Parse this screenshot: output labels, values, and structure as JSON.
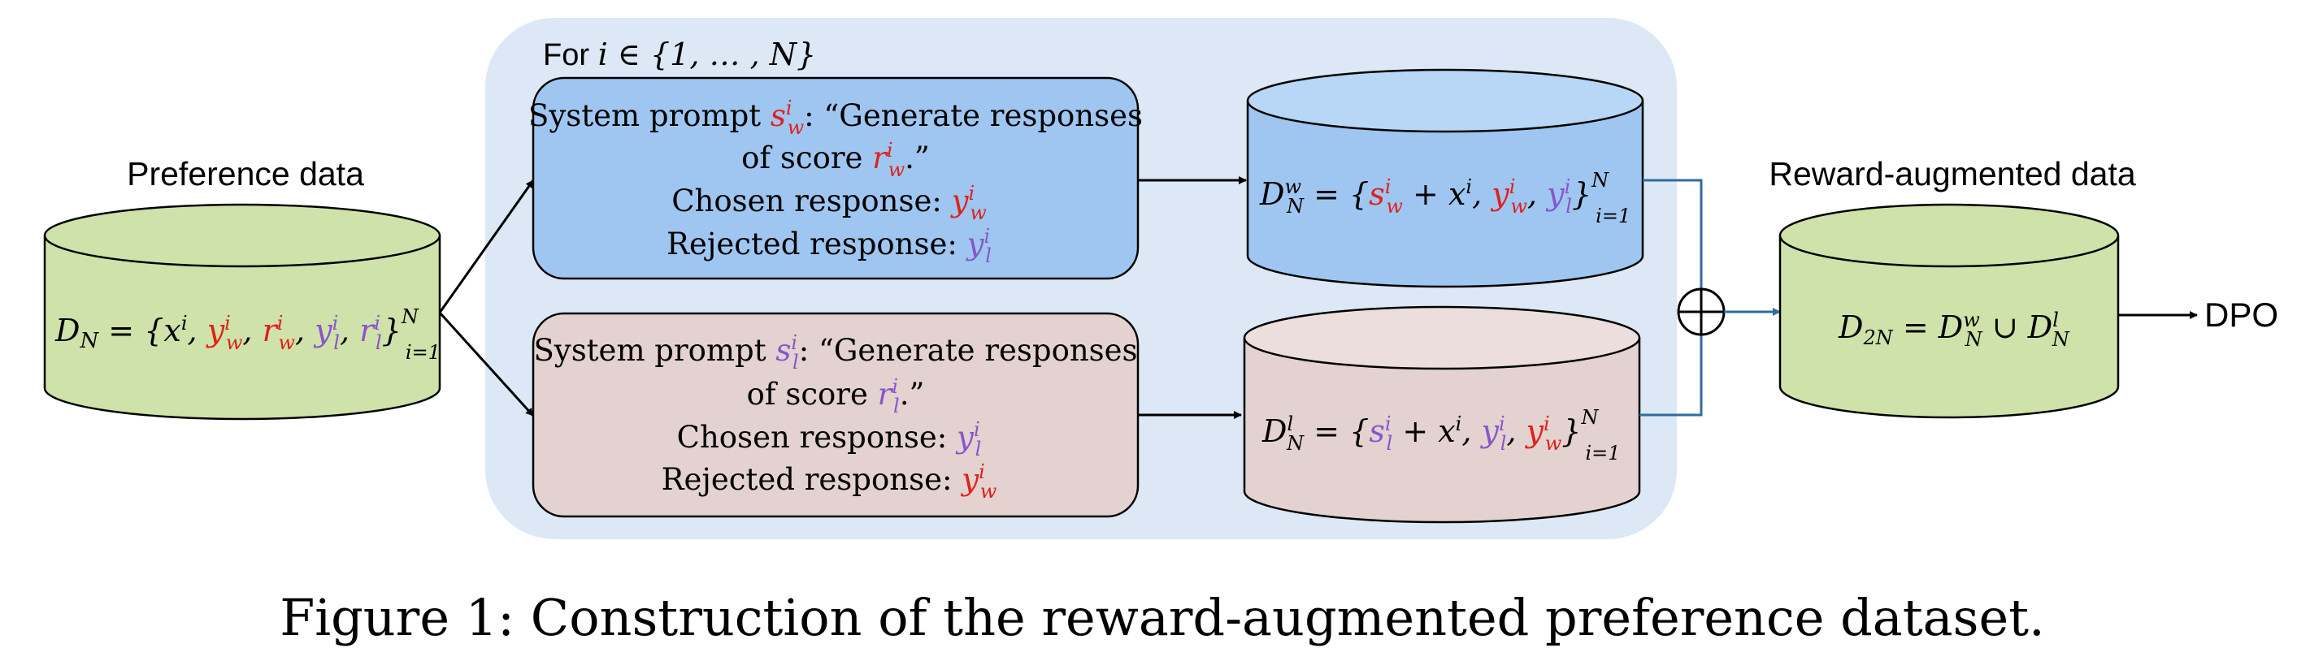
{
  "panel": {
    "loop_label_prefix": "For ",
    "loop_label_math": "i ∈ {1, … , N}"
  },
  "source": {
    "title": "Preference data",
    "formula": {
      "lhs": "D",
      "lhs_sub": "N",
      "rest_prefix": " = {x",
      "sup_i": "i"
    }
  },
  "target": {
    "title": "Reward-augmented data"
  },
  "output_label": "DPO",
  "prompt_top": {
    "line1_prefix": "System prompt ",
    "line1_suffix": ": “Generate responses",
    "line2_prefix": "of score ",
    "line2_suffix": ".”",
    "chosen_label": "Chosen response: ",
    "rejected_label": "Rejected response: "
  },
  "prompt_bottom": {
    "line1_prefix": "System prompt ",
    "line1_suffix": ": “Generate responses",
    "line2_prefix": "of score ",
    "line2_suffix": ".”",
    "chosen_label": "Chosen response: ",
    "rejected_label": "Rejected response: "
  },
  "caption": "Figure 1: Construction of the reward-augmented preference dataset.",
  "colors": {
    "panel_fill": "#dce8f5",
    "cyl_green": "#cfe2a9",
    "cyl_blue_body": "#9fc6f0",
    "cyl_blue_top": "#b8d6f5",
    "cyl_pink_body": "#e3d2cf",
    "cyl_pink_top": "#ebdedc",
    "box_blue": "#9fc6f0",
    "box_pink": "#e3d2cf",
    "red": "#e0201b",
    "purple": "#8855cc",
    "connector": "#2e6da0"
  }
}
